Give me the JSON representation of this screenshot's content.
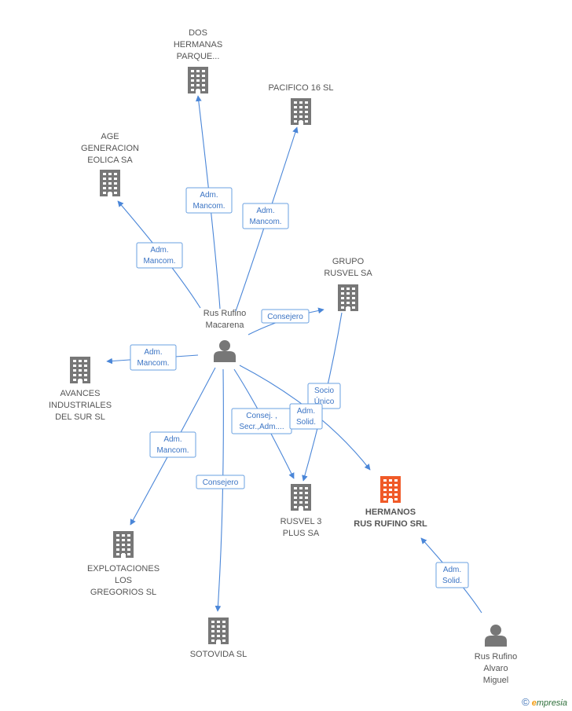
{
  "colors": {
    "building": "#777777",
    "building_highlight": "#f05a28",
    "person": "#777777",
    "edge": "#4a86d8",
    "edge_text": "#3b74c4"
  },
  "nodes": {
    "dos_hermanas": {
      "lines": [
        "DOS",
        "HERMANAS",
        "PARQUE..."
      ],
      "icon": "building-icon"
    },
    "pacifico": {
      "lines": [
        "PACIFICO 16 SL"
      ],
      "icon": "building-icon"
    },
    "age": {
      "lines": [
        "AGE",
        "GENERACION",
        "EOLICA SA"
      ],
      "icon": "building-icon"
    },
    "grupo_rusvel": {
      "lines": [
        "GRUPO",
        "RUSVEL SA"
      ],
      "icon": "building-icon"
    },
    "macarena": {
      "lines": [
        "Rus Rufino",
        "Macarena"
      ],
      "icon": "person-icon"
    },
    "avances": {
      "lines": [
        "AVANCES",
        "INDUSTRIALES",
        "DEL SUR SL"
      ],
      "icon": "building-icon"
    },
    "rusvel3": {
      "lines": [
        "RUSVEL 3",
        "PLUS SA"
      ],
      "icon": "building-icon"
    },
    "hermanos": {
      "lines": [
        "HERMANOS",
        "RUS RUFINO SRL"
      ],
      "icon": "building-icon"
    },
    "explotaciones": {
      "lines": [
        "EXPLOTACIONES",
        "LOS",
        "GREGORIOS  SL"
      ],
      "icon": "building-icon"
    },
    "sotovida": {
      "lines": [
        "SOTOVIDA SL"
      ],
      "icon": "building-icon"
    },
    "alvaro": {
      "lines": [
        "Rus Rufino",
        "Alvaro",
        "Miguel"
      ],
      "icon": "person-icon"
    }
  },
  "edges": {
    "to_dos_hermanas": {
      "lines": [
        "Adm.",
        "Mancom."
      ]
    },
    "to_pacifico": {
      "lines": [
        "Adm.",
        "Mancom."
      ]
    },
    "to_age": {
      "lines": [
        "Adm.",
        "Mancom."
      ]
    },
    "to_grupo": {
      "lines": [
        "Consejero"
      ]
    },
    "grupo_to_rusvel3": {
      "lines": [
        "Socio",
        "Único"
      ]
    },
    "to_avances": {
      "lines": [
        "Adm.",
        "Mancom."
      ]
    },
    "to_rusvel3_consej": {
      "lines": [
        "Consej. ,",
        "Secr.,Adm...."
      ]
    },
    "to_rusvel3_solid": {
      "lines": [
        "Adm.",
        "Solid."
      ]
    },
    "to_explotaciones": {
      "lines": [
        "Adm.",
        "Mancom."
      ]
    },
    "to_sotovida": {
      "lines": [
        "Consejero"
      ]
    },
    "alvaro_to_hermanos": {
      "lines": [
        "Adm.",
        "Solid."
      ]
    }
  },
  "watermark": {
    "copyright": "©",
    "brand_initial": "e",
    "brand_rest": "mpresia"
  }
}
